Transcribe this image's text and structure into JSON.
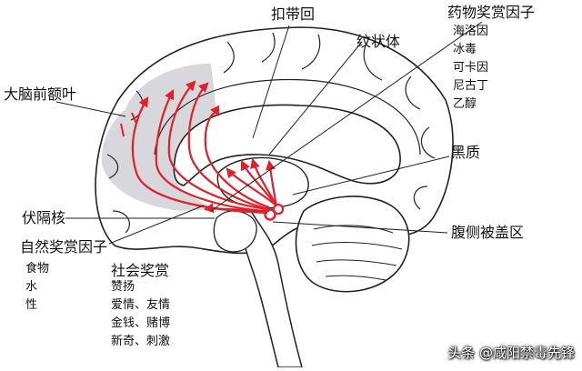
{
  "labels": {
    "cingulate": "扣带回",
    "striatum": "纹状体",
    "prefrontal": "大脑前额叶",
    "drug_rewards": "药物奖赏因子",
    "substantia_nigra": "黑质",
    "nucleus_accumbens": "伏隔核",
    "natural_rewards": "自然奖赏因子",
    "social_rewards": "社会奖赏",
    "vta": "腹侧被盖区"
  },
  "drug_items": [
    "海洛因",
    "冰毒",
    "可卡因",
    "尼古丁",
    "乙醇"
  ],
  "natural_items": [
    "食物",
    "水",
    "性"
  ],
  "social_items": [
    "赞扬",
    "爱情、友情",
    "金钱、赌博",
    "新奇、刺激"
  ],
  "watermark": "头条 @咸阳禁毒先锋",
  "colors": {
    "pathway": "#e0202a",
    "shading": "#d8d8dc",
    "outline": "#222222"
  },
  "icons": {
    "pathway_arrows": "arrow-icon"
  }
}
